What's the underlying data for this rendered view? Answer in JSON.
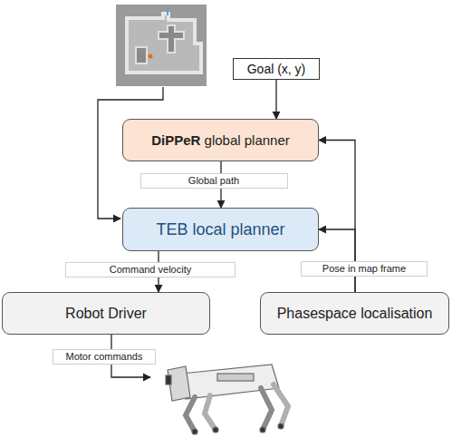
{
  "diagram": {
    "nodes": [
      {
        "text": [
          "Goal (x, y)"
        ]
      },
      {
        "text": [
          "DiPPeR global planner"
        ]
      },
      {
        "text": [
          "TEB local planner"
        ]
      },
      {
        "text": [
          "Robot Driver"
        ]
      },
      {
        "text": [
          "Phasespace localisation"
        ]
      }
    ],
    "edges": [
      {
        "from": 0,
        "to": 1,
        "arrow": "to"
      },
      {
        "from": 1,
        "to": 2,
        "label": "Global path",
        "arrow": "to"
      },
      {
        "from": 2,
        "to": 3,
        "label": "Command velocity",
        "arrow": "to"
      },
      {
        "from": 4,
        "to": 1,
        "arrow": "to"
      },
      {
        "from": 4,
        "to": 2,
        "label": "Pose in map frame",
        "arrow": "to"
      }
    ],
    "labels": [
      "Motor commands"
    ]
  }
}
